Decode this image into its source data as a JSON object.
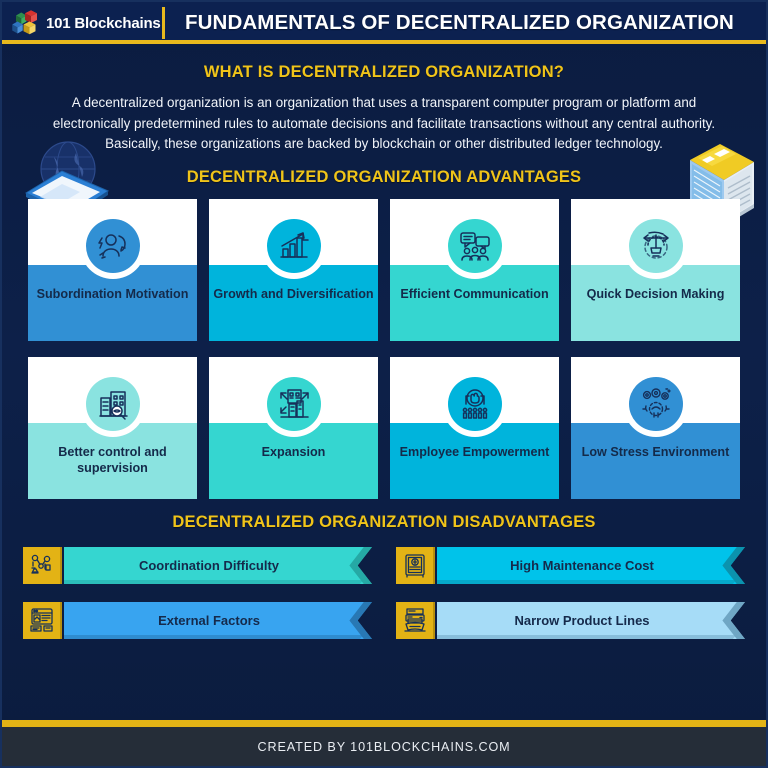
{
  "header": {
    "logo_text": "101 Blockchains",
    "logo_icon": "blockchain-cubes-logo",
    "title": "FUNDAMENTALS OF DECENTRALIZED ORGANIZATION",
    "accent_color": "#e8b91d",
    "bg_color": "#0c2150"
  },
  "intro": {
    "title": "WHAT IS DECENTRALIZED ORGANIZATION?",
    "body": "A decentralized organization is an organization that uses a transparent computer program or platform and electronically predetermined rules to automate decisions and facilitate transactions without any central authority. Basically, these organizations are backed by blockchain or other distributed ledger technology.",
    "title_color": "#f0c419",
    "left_art": "globe-and-phone-illustration",
    "right_art": "office-skyscraper-illustration"
  },
  "advantages": {
    "title": "DECENTRALIZED ORGANIZATION ADVANTAGES",
    "title_color": "#f0c419",
    "cards": [
      {
        "label": "Subordination Motivation",
        "color": "#3190d4",
        "icon": "motivation-person-icon"
      },
      {
        "label": "Growth and Diversification",
        "color": "#00b4dc",
        "icon": "growth-chart-icon"
      },
      {
        "label": "Efficient Communication",
        "color": "#35d6d0",
        "icon": "communication-chat-icon"
      },
      {
        "label": "Quick Decision Making",
        "color": "#8ae3e0",
        "icon": "decision-arrows-icon"
      },
      {
        "label": "Better control and supervision",
        "color": "#8ae3e0",
        "icon": "building-magnifier-icon"
      },
      {
        "label": "Expansion",
        "color": "#35d6d0",
        "icon": "expansion-city-icon"
      },
      {
        "label": "Employee Empowerment",
        "color": "#00b4dc",
        "icon": "empowerment-fist-icon"
      },
      {
        "label": "Low Stress Environment",
        "color": "#3190d4",
        "icon": "low-stress-gears-icon"
      }
    ]
  },
  "disadvantages": {
    "title": "DECENTRALIZED ORGANIZATION DISADVANTAGES",
    "title_color": "#f0c419",
    "icon_box_color": "#e3b315",
    "items": [
      {
        "label": "Coordination Difficulty",
        "color": "#35d6d0",
        "shade": "#25a9a5",
        "icon": "coordination-network-icon"
      },
      {
        "label": "High Maintenance Cost",
        "color": "#00c3ea",
        "shade": "#0b93ae",
        "icon": "maintenance-safe-icon"
      },
      {
        "label": "External Factors",
        "color": "#38a4f0",
        "shade": "#2878b4",
        "icon": "external-factors-screen-icon"
      },
      {
        "label": "Narrow Product Lines",
        "color": "#a6dcf7",
        "shade": "#6fa6c4",
        "icon": "narrow-product-printer-icon"
      }
    ]
  },
  "footer": {
    "text": "CREATED BY 101BLOCKCHAINS.COM",
    "bar_color": "#e3b315",
    "strip_color": "#252d38"
  }
}
